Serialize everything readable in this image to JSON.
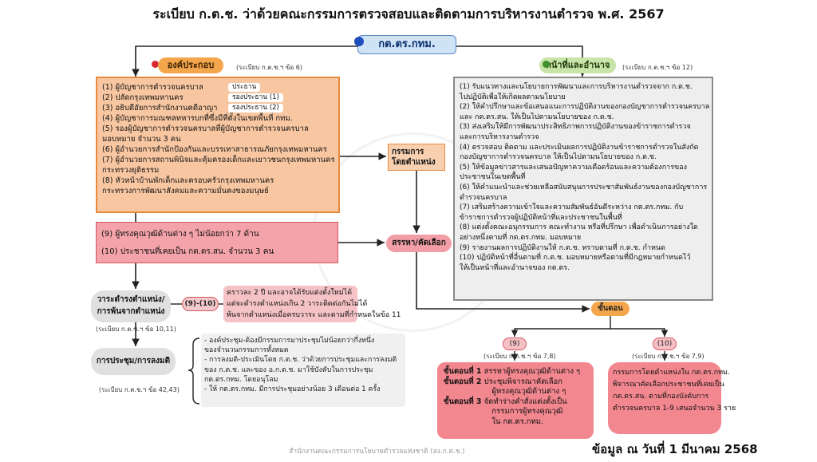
{
  "title": "ระเบียบ ก.ต.ช. ว่าด้วยคณะกรรมการตรวจสอบและติดตามการบริหารงานตำรวจ พ.ศ. 2567",
  "committee": "กต.ตร.กทม.",
  "composition": {
    "label": "องค์ประกอบ",
    "ref": "(ระเบียบ ก.ต.ช.ฯ ข้อ 6)",
    "members": [
      {
        "text": "(1) ผู้บัญชาการตำรวจนครบาล",
        "role": "ประธาน"
      },
      {
        "text": "(2) ปลัดกรุงเทพมหานคร",
        "role": "รองประธาน (1)"
      },
      {
        "text": "(3) อธิบดีอัยการสำนักงานคดีอาญา",
        "role": "รองประธาน (2)"
      },
      {
        "text": "(4) ผู้บัญชาการมณฑลทหารบกที่ซึ่งมีที่ตั้งในเขตพื้นที่ กทม.",
        "role": ""
      },
      {
        "text": "(5) รองผู้บัญชาการตำรวจนครบาลที่ผู้บัญชาการตำรวจนครบาล",
        "role": ""
      },
      {
        "text": "      มอบหมาย จำนวน 3 คน",
        "role": ""
      },
      {
        "text": "(6) ผู้อำนวยการสำนักป้องกันและบรรเทาสาธารณภัยกรุงเทพมหานคร",
        "role": ""
      },
      {
        "text": "(7) ผู้อำนวยการสถานพินิจและคุ้มครองเด็กและเยาวชนกรุงเทพมหานคร",
        "role": ""
      },
      {
        "text": "      กระทรวงยุติธรรม",
        "role": ""
      },
      {
        "text": "(8) หัวหน้าบ้านพักเด็กและครอบครัวกรุงเทพมหานคร",
        "role": ""
      },
      {
        "text": "      กระทรวงการพัฒนาสังคมและความมั่นคงของมนุษย์",
        "role": ""
      }
    ],
    "selected": [
      "(9) ผู้ทรงคุณวุฒิด้านต่าง ๆ ไม่น้อยกว่า 7 ด้าน",
      "(10) ประชาชนที่เคยเป็น กต.ตร.สน. จำนวน 3 คน"
    ]
  },
  "ex_officio_label": "กรรมการ\nโดยตำแหน่ง",
  "selection_label": "สรรหา/คัดเลือก",
  "duties": {
    "label": "หน้าที่และอำนาจ",
    "ref": "(ระเบียบ ก.ต.ช.ฯ ข้อ 12)",
    "items": [
      "(1) รับแนวทางและนโยบายการพัฒนาและการบริหารงานตำรวจจาก ก.ต.ช.",
      "      ไปปฏิบัติเพื่อให้เกิดผลตามนโยบาย",
      "(2) ให้คำปรึกษาและข้อเสนอแนะการปฏิบัติงานของกองบัญชาการตำรวจนครบาล",
      "      และ กต.ตร.สน. ให้เป็นไปตามนโยบายของ ก.ต.ช.",
      "(3) ส่งเสริมให้มีการพัฒนาประสิทธิภาพการปฏิบัติงานของข้าราชการตำรวจ",
      "      และการบริหารงานตำรวจ",
      "(4) ตรวจสอบ ติดตาม และประเมินผลการปฏิบัติงานข้าราชการตำรวจในสังกัด",
      "      กองบัญชาการตำรวจนครบาล  ให้เป็นไปตามนโยบายของ ก.ต.ช.",
      "(5) ให้ข้อมูลข่าวสารและเสนอปัญหาความเดือดร้อนและความต้องการของ",
      "      ประชาชนในเขตพื้นที่",
      "(6) ให้คำแนะนำและช่วยเหลือสนับสนุนการประชาสัมพันธ์งานของกองบัญชาการ",
      "      ตำรวจนครบาล",
      "(7) เสริมสร้างความเข้าใจและความสัมพันธ์อันดีระหว่าง กต.ตร.กทม. กับ",
      "      ข้าราชการตำรวจผู้ปฏิบัติหน้าที่และประชาชนในพื้นที่",
      "(8) แต่งตั้งคณะอนุกรรมการ คณะทำงาน หรือที่ปรึกษา เพื่อดำเนินการอย่างใด",
      "      อย่างหนึ่งตามที่ กต.ตร.กทม. มอบหมาย",
      "(9) รายงานผลการปฏิบัติงานให้ ก.ต.ช. ทราบตามที่ ก.ต.ช. กำหนด",
      "(10) ปฏิบัติหน้าที่อื่นตามที่ ก.ต.ช. มอบหมายหรือตามที่มีกฎหมายกำหนดไว้",
      "      ให้เป็นหน้าที่และอำนาจของ กต.ตร."
    ]
  },
  "term": {
    "label": "วาระดำรงตำแหน่ง/การพ้นจากตำแหน่ง",
    "ref": "(ระเบียบ ก.ต.ช.ฯ ข้อ 10,11)",
    "scope": "(9)-(10)",
    "lines": [
      "คราวละ 2 ปี และอาจได้รับแต่งตั้งใหม่ได้",
      "แต่จะดำรงตำแหน่งเกิน 2 วาระติดต่อกันไม่ได้",
      "พ้นจากตำแหน่งเมื่อครบวาระ และตามที่กำหนดในข้อ 11"
    ]
  },
  "meeting": {
    "label": "การประชุม/การลงมติ",
    "ref": "(ระเบียบ ก.ต.ช.ฯ ข้อ 42,43)",
    "lines": [
      "- องค์ประชุม-ต้องมีกรรมการมาประชุมไม่น้อยกว่ากึ่งหนึ่ง",
      "  ของจำนวนกรรมการทั้งหมด",
      "- การลงมติ-ประเมินโดย ก.ต.ช. ว่าด้วยการประชุมและการลงมติ",
      "  ของ ก.ต.ช. และของ อ.ก.ต.ช. มาใช้บังคับในการประชุม",
      "  กต.ตร.กทม. โดยอนุโลม",
      "- ให้ กต.ตร.กทม. มีการประชุมอย่างน้อย 3 เดือนต่อ 1 ครั้ง"
    ]
  },
  "steps": {
    "label": "ขั้นตอน",
    "left": {
      "num": "(9)",
      "ref": "(ระเบียบ ก.ต.ช.ฯ ข้อ 7,8)",
      "lines": [
        {
          "bold": "ขั้นตอนที่ 1",
          "text": "สรรหาผู้ทรงคุณวุฒิด้านต่าง ๆ"
        },
        {
          "bold": "ขั้นตอนที่ 2",
          "text": "ประชุมพิจารณาคัดเลือก"
        },
        {
          "bold": "",
          "text": "                    ผู้ทรงคุณวุฒิด้านต่าง ๆ"
        },
        {
          "bold": "ขั้นตอนที่ 3",
          "text": "จัดทำร่างคำสั่งแต่งตั้งเป็น"
        },
        {
          "bold": "",
          "text": "                    กรรมการผู้ทรงคุณวุฒิ"
        },
        {
          "bold": "",
          "text": "                    ใน กต.ตร.กทม."
        }
      ]
    },
    "right": {
      "num": "(10)",
      "ref": "(ระเบียบ ก.ต.ช.ฯ ข้อ 7,9)",
      "lines": [
        "กรรมการโดยตำแหน่งใน กต.ตร.กทม.",
        "พิจารณาคัดเลือกประชาชนที่เคยเป็น",
        "กต.ตร.สน. ตามที่กองบังคับการ",
        "ตำรวจนครบาล 1-9 เสนอจำนวน 3 ราย"
      ]
    }
  },
  "footer": "สำนักงานคณะกรรมการนโยบายตำรวจแห่งชาติ (สง.ก.ต.ช.)",
  "date_note": "ข้อมูล ณ วันที่ 1 มีนาคม 2568"
}
